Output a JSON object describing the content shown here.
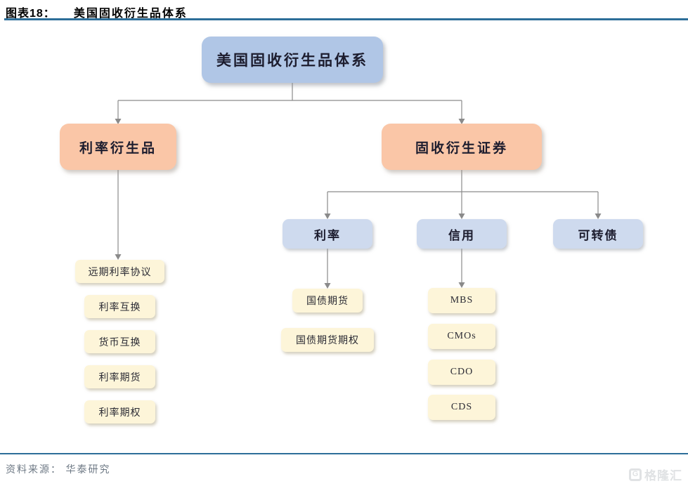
{
  "header": {
    "figure_label": "图表18：",
    "figure_title": "美国固收衍生品体系"
  },
  "diagram": {
    "root": "美国固收衍生品体系",
    "branches": {
      "rate_derivatives": "利率衍生品",
      "fixed_income_derivative_securities": "固收衍生证券"
    },
    "rate_leaves": [
      "远期利率协议",
      "利率互换",
      "货币互换",
      "利率期货",
      "利率期权"
    ],
    "categories": [
      "利率",
      "信用",
      "可转债"
    ],
    "rate_category_leaves": [
      "国债期货",
      "国债期货期权"
    ],
    "credit_leaves": [
      "MBS",
      "CMOs",
      "CDO",
      "CDS"
    ]
  },
  "footer": {
    "source": "资料来源： 华泰研究",
    "watermark_text": "格隆汇",
    "watermark_mark": "G"
  },
  "colors": {
    "rule_blue": "#2d6e99",
    "root_fill": "#b0c6e6",
    "branch_fill": "#fac6a7",
    "category_fill": "#cedaee",
    "leaf_fill": "#fdf5d9",
    "connector_gray": "#8a8a8a"
  }
}
